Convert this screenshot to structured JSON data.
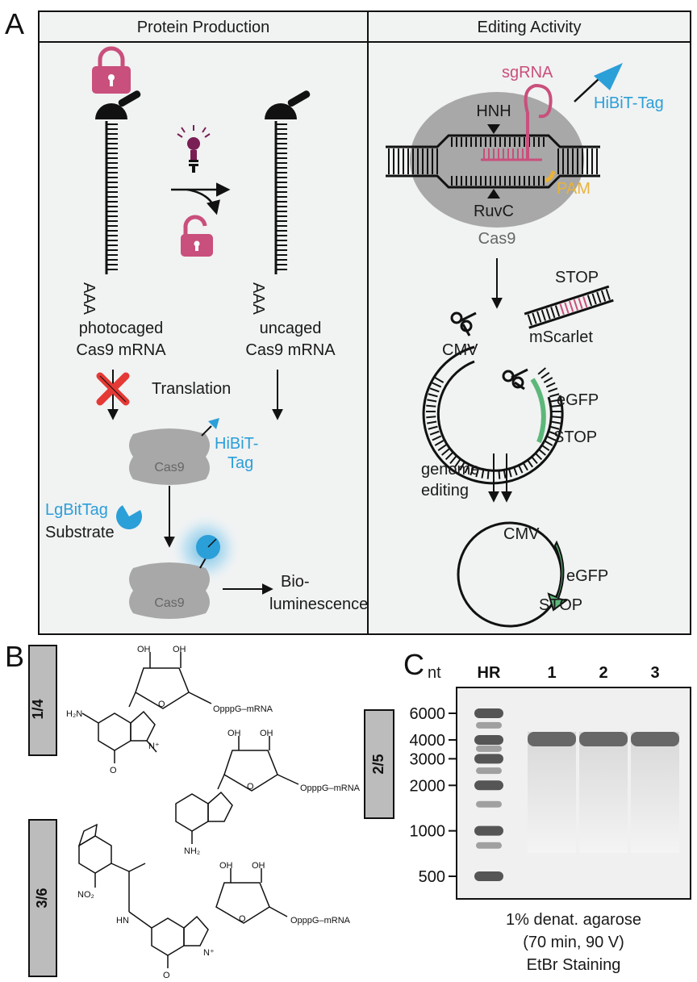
{
  "panels": {
    "a": {
      "letter": "A",
      "left_header": "Protein Production",
      "right_header": "Editing Activity",
      "photocaged_line1": "photocaged",
      "photocaged_line2": "Cas9 mRNA",
      "uncaged_line1": "uncaged",
      "uncaged_line2": "Cas9 mRNA",
      "poly_a": "AAA",
      "translation": "Translation",
      "cas9": "Cas9",
      "hibit_line1": "HiBiT-",
      "hibit_line2": "Tag",
      "lgbit": "LgBitTag",
      "substrate": "Substrate",
      "biolum_line1": "Bio-",
      "biolum_line2": "luminescence",
      "sgrna": "sgRNA",
      "hibit_tag": "HiBiT-Tag",
      "hnh": "HNH",
      "ruvc": "RuvC",
      "pam": "PAM",
      "cas9_complex": "Cas9",
      "stop_top": "STOP",
      "mscarlet": "mScarlet",
      "cmv": "CMV",
      "egfp": "eGFP",
      "stop_mid": "STOP",
      "genome_line1": "genome",
      "genome_line2": "editing",
      "cmv2": "CMV",
      "egfp2": "eGFP",
      "stop2": "STOP"
    },
    "b": {
      "letter": "B",
      "labels": [
        "1/4",
        "2/5",
        "3/6"
      ],
      "oh": "OH",
      "pppg": "OpppG–mRNA",
      "h2n": "H₂N",
      "nh2": "NH₂",
      "no2": "NO₂",
      "hn": "HN",
      "nh": "N",
      "h": "H",
      "o": "O",
      "n": "N",
      "nplus": "N⁺"
    },
    "c": {
      "letter": "C",
      "unit": "nt",
      "lanes": [
        "HR",
        "1",
        "2",
        "3"
      ],
      "caption_line1": "1% denat. agarose",
      "caption_line2": "(70 min, 90 V)",
      "caption_line3": "EtBr Staining"
    }
  },
  "colors": {
    "pink": "#c94f7c",
    "blue": "#2b9fd8",
    "gold": "#e8b23a",
    "green": "#5cb87a",
    "red": "#e53935",
    "panel_bg": "#f1f2f2",
    "gray_protein": "#a8a8a8"
  },
  "chart_data": {
    "type": "table",
    "title": "",
    "ladder_nt": [
      6000,
      4000,
      3000,
      2000,
      1000,
      500
    ],
    "lanes": [
      "HR",
      "1",
      "2",
      "3"
    ],
    "sample_band_approx_nt": [
      null,
      4000,
      4000,
      4000
    ]
  }
}
